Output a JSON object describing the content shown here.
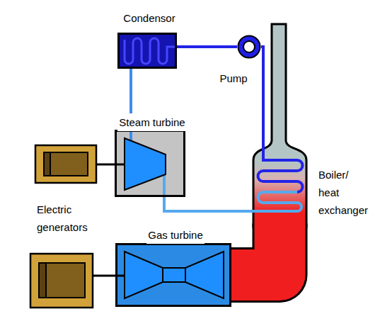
{
  "diagram": {
    "nodes": [
      {
        "text": [
          "Condensor"
        ]
      },
      {
        "text": [
          "Pump"
        ]
      },
      {
        "text": [
          "Steam turbine"
        ]
      },
      {
        "text": [
          "Boiler/ heat exchanger"
        ]
      },
      {
        "text": [
          "Gas turbine"
        ]
      }
    ],
    "edges": [
      {
        "from": 0,
        "to": 1,
        "arrow": "none"
      },
      {
        "from": 1,
        "to": 3,
        "arrow": "none"
      },
      {
        "from": 3,
        "to": 2,
        "arrow": "none"
      },
      {
        "from": 2,
        "to": 0,
        "arrow": "none"
      },
      {
        "from": 4,
        "to": 3,
        "arrow": "none"
      }
    ],
    "labels": [
      "Electric generators"
    ]
  }
}
